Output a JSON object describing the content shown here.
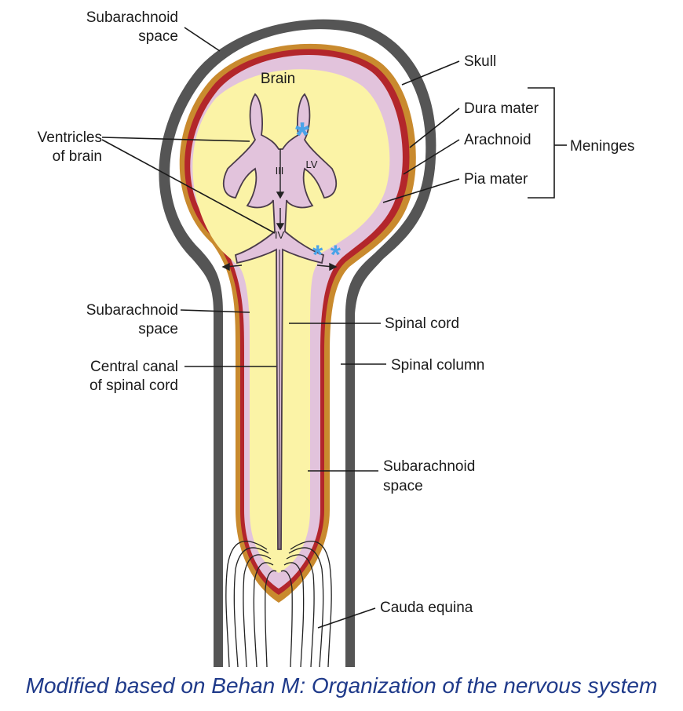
{
  "labels": {
    "subarachnoid_top": [
      "Subarachnoid",
      "space"
    ],
    "brain": "Brain",
    "ventricles": [
      "Ventricles",
      "of brain"
    ],
    "skull": "Skull",
    "dura": "Dura mater",
    "arachnoid": "Arachnoid",
    "meninges": "Meninges",
    "pia": "Pia mater",
    "ventricle_iii": "III",
    "ventricle_lv": "LV",
    "ventricle_iv": "IV",
    "subarachnoid_mid": [
      "Subarachnoid",
      "space"
    ],
    "spinal_cord": "Spinal cord",
    "central_canal": [
      "Central canal",
      "of spinal cord"
    ],
    "spinal_column": "Spinal column",
    "subarachnoid_low": [
      "Subarachnoid",
      "space"
    ],
    "cauda_equina": "Cauda equina"
  },
  "markers": {
    "single": "*",
    "double": "* *"
  },
  "caption": "Modified based on Behan M: Organization of the nervous system",
  "colors": {
    "skull": "#555555",
    "dura": "#c98a2e",
    "arachnoid": "#b3262b",
    "csf": "#e2c3dc",
    "brain": "#fbf3a6",
    "marker": "#4aa3e8",
    "caption": "#1f3a8a"
  }
}
